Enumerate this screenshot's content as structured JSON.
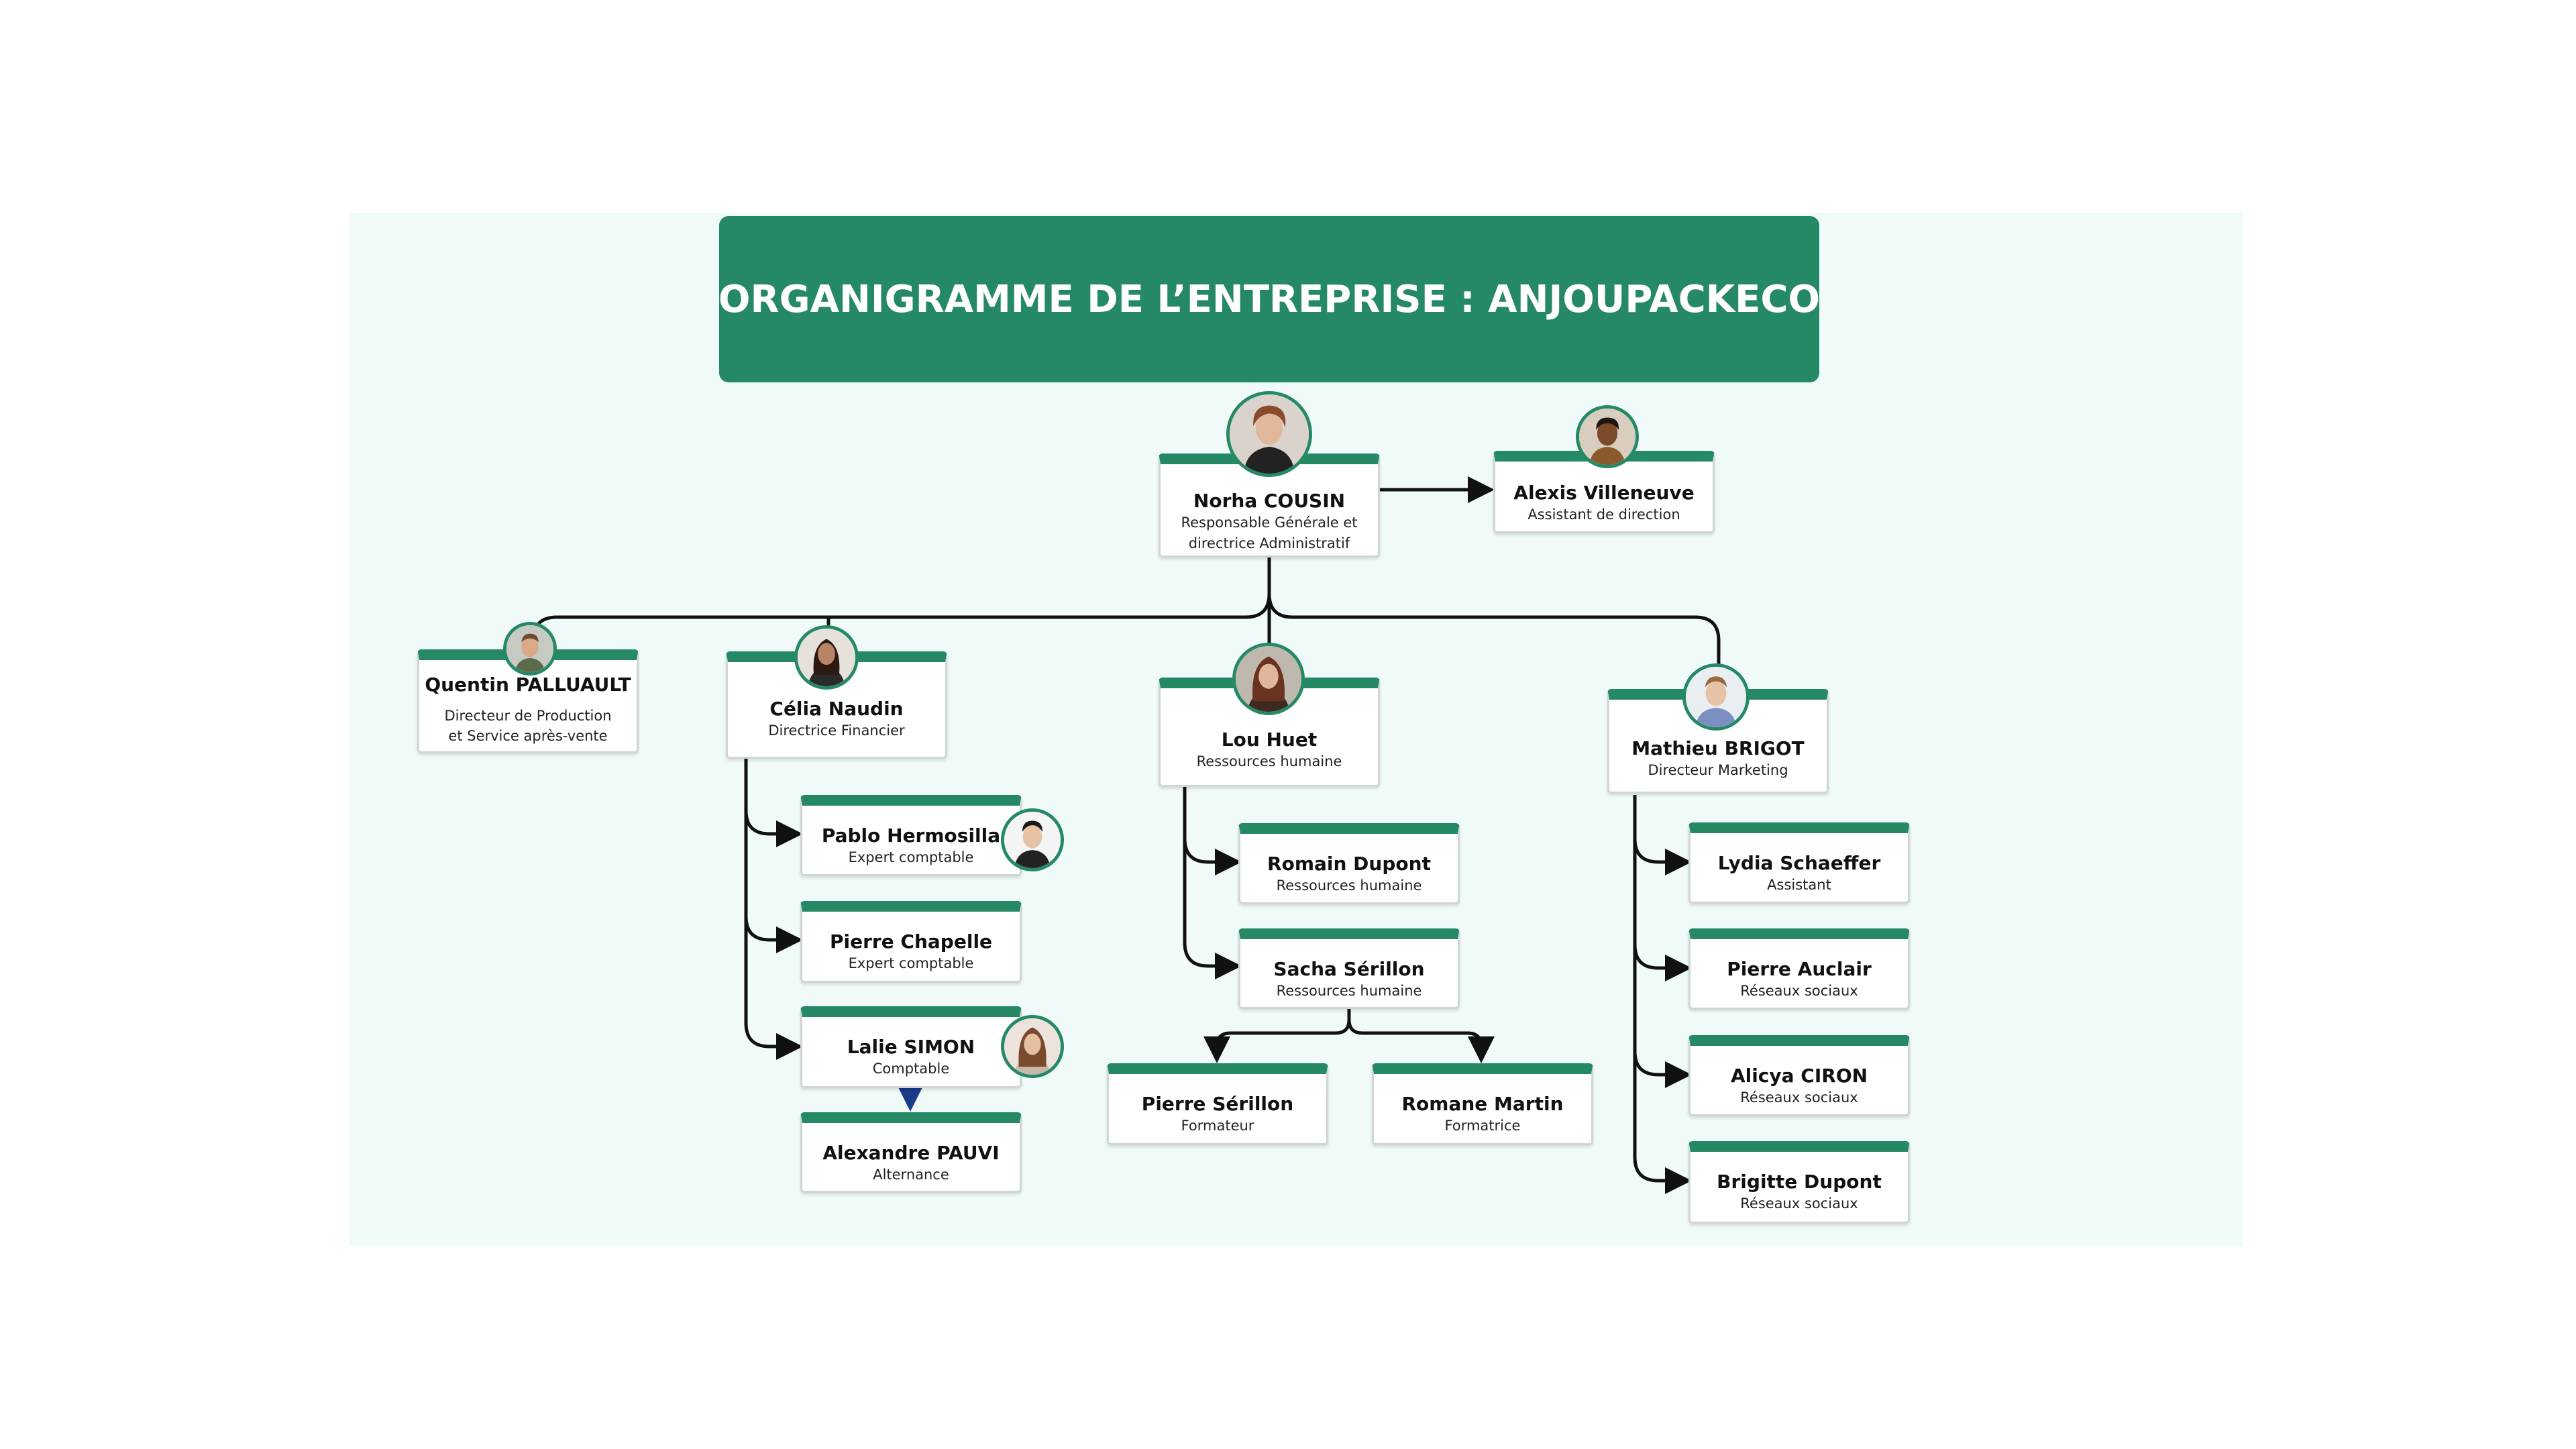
{
  "title": "ORGANIGRAMME DE L’ENTREPRISE : ANJOUPACKECO",
  "colors": {
    "accent": "#268965",
    "background": "#f0fbf9",
    "line": "#111111"
  },
  "people": {
    "ceo": {
      "name": "Norha COUSIN",
      "role": "Responsable Générale et directrice Administratif"
    },
    "assistant_direction": {
      "name": "Alexis Villeneuve",
      "role": "Assistant de direction"
    },
    "production": {
      "name": "Quentin PALLUAULT",
      "role": "Directeur de Production et Service après-vente"
    },
    "finance": {
      "name": "Célia Naudin",
      "role": "Directrice Financier"
    },
    "hr": {
      "name": "Lou Huet",
      "role": "Ressources humaine"
    },
    "marketing": {
      "name": "Mathieu BRIGOT",
      "role": "Directeur Marketing"
    },
    "pablo": {
      "name": "Pablo Hermosilla",
      "role": "Expert comptable"
    },
    "pierre_c": {
      "name": "Pierre Chapelle",
      "role": "Expert comptable"
    },
    "lalie": {
      "name": "Lalie SIMON",
      "role": "Comptable"
    },
    "alexandre": {
      "name": "Alexandre PAUVI",
      "role": "Alternance"
    },
    "romain": {
      "name": "Romain Dupont",
      "role": "Ressources humaine"
    },
    "sacha": {
      "name": "Sacha Sérillon",
      "role": "Ressources humaine"
    },
    "pierre_s": {
      "name": "Pierre Sérillon",
      "role": "Formateur"
    },
    "romane": {
      "name": "Romane Martin",
      "role": "Formatrice"
    },
    "lydia": {
      "name": "Lydia Schaeffer",
      "role": "Assistant"
    },
    "pierre_a": {
      "name": "Pierre Auclair",
      "role": "Réseaux sociaux"
    },
    "alicya": {
      "name": "Alicya CIRON",
      "role": "Réseaux sociaux"
    },
    "brigitte": {
      "name": "Brigitte Dupont",
      "role": "Réseaux sociaux"
    }
  },
  "icons": {
    "avatar": "person-photo-icon"
  }
}
